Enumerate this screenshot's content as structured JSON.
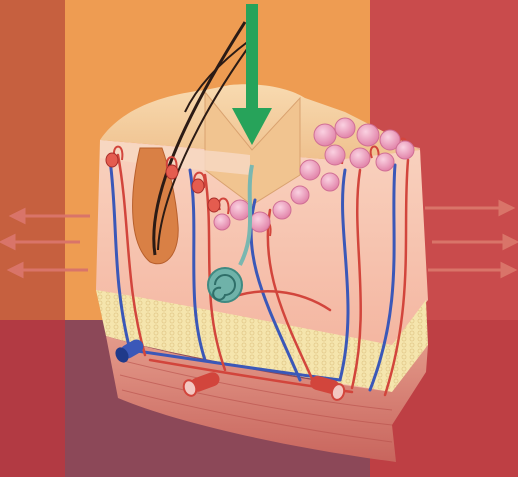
{
  "figure": {
    "subject": "skin-cross-section",
    "layers": [
      "epidermis",
      "dermis",
      "subcutaneous-fat",
      "muscle"
    ],
    "structures": [
      "hair-follicle",
      "sweat-gland",
      "capillary-loops",
      "arteries",
      "veins",
      "dermal-papillae"
    ],
    "pressure_indicator": "downward-arrow",
    "side_indicators": "arrows"
  },
  "colors": {
    "background_left": "#c75f45",
    "background_center": "#ee9c52",
    "background_right": "#c84a4b",
    "background_bottom_left": "#b43b44",
    "background_bottom_center": "#8f4a5a",
    "background_bottom_right": "#be3f44",
    "epidermis": "#f2c795",
    "dermis": "#f6c0aa",
    "fat": "#f3e3a8",
    "muscle": "#d67c74",
    "artery": "#d2453c",
    "vein": "#3b58b8",
    "arrow": "#27a35a",
    "side_arrows": "#d46a62",
    "hair": "#2b1b15",
    "papillae": "#eea0be"
  }
}
